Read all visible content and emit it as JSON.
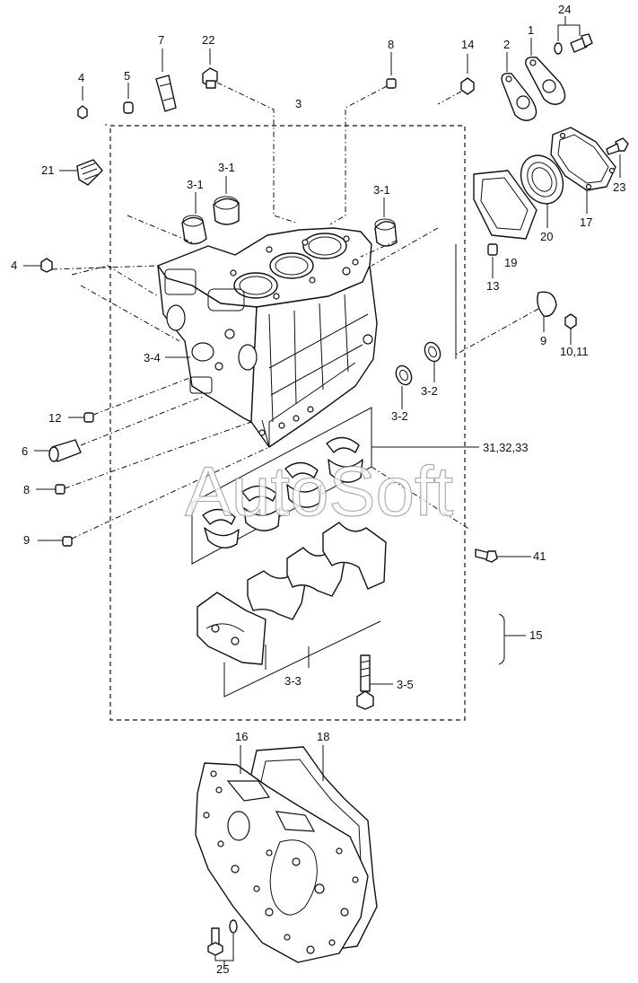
{
  "watermark": "AutoSoft",
  "labels": {
    "l1": "1",
    "l2": "2",
    "l24": "24",
    "l14": "14",
    "l8a": "8",
    "l22": "22",
    "l7": "7",
    "l5": "5",
    "l4a": "4",
    "l3": "3",
    "l21": "21",
    "l31a": "3-1",
    "l31b": "3-1",
    "l31c": "3-1",
    "l23": "23",
    "l17": "17",
    "l20": "20",
    "l19": "19",
    "l13": "13",
    "l4b": "4",
    "l9a": "9",
    "l1011": "10,11",
    "l34": "3-4",
    "l32a": "3-2",
    "l32b": "3-2",
    "l12": "12",
    "l6": "6",
    "l313233": "31,32,33",
    "l8b": "8",
    "l9b": "9",
    "l41": "41",
    "l15": "15",
    "l33": "3-3",
    "l35": "3-5",
    "l16": "16",
    "l18": "18",
    "l25": "25"
  }
}
